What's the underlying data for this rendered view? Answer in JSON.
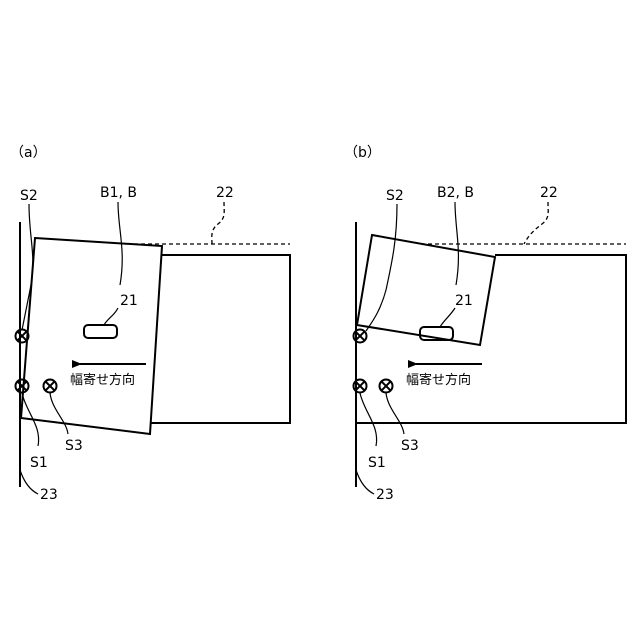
{
  "panels": [
    {
      "id": "a",
      "label": "（a）",
      "sheet_label": "B1, B",
      "sensor_labels": {
        "s1": "S1",
        "s2": "S2",
        "s3": "S3"
      },
      "tray_ref": "22",
      "aligner_ref": "21",
      "wall_ref": "23",
      "direction_text": "幅寄せ方向",
      "sensor_state": {
        "s1": "crossed",
        "s2": "crossed",
        "s3": "crossed"
      }
    },
    {
      "id": "b",
      "label": "（b）",
      "sheet_label": "B2, B",
      "sensor_labels": {
        "s1": "S1",
        "s2": "S2",
        "s3": "S3"
      },
      "tray_ref": "22",
      "aligner_ref": "21",
      "wall_ref": "23",
      "direction_text": "幅寄せ方向",
      "sensor_state": {
        "s1": "crossed",
        "s2": "crossed",
        "s3": "crossed"
      }
    }
  ]
}
